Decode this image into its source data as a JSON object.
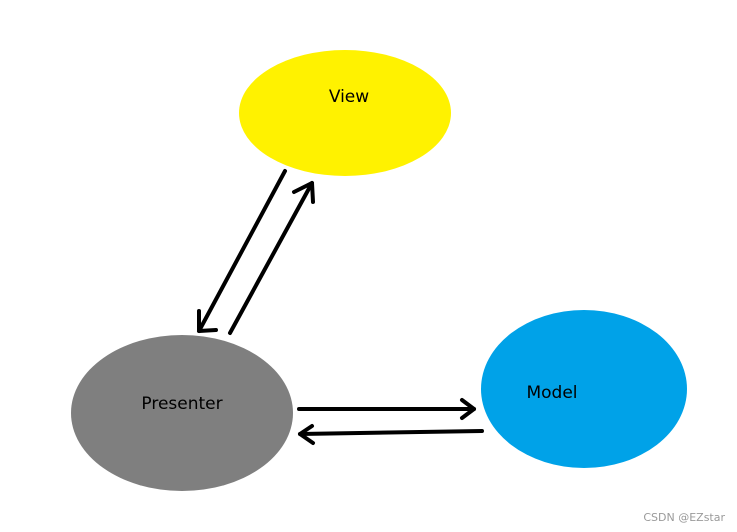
{
  "nodes": {
    "view": {
      "label": "View",
      "color": "#FFF200"
    },
    "presenter": {
      "label": "Presenter",
      "color": "#7F7F7F"
    },
    "model": {
      "label": "Model",
      "color": "#00A2E8"
    }
  },
  "edges": [
    {
      "from": "view",
      "to": "presenter"
    },
    {
      "from": "presenter",
      "to": "view"
    },
    {
      "from": "presenter",
      "to": "model"
    },
    {
      "from": "model",
      "to": "presenter"
    }
  ],
  "watermark": "CSDN @EZstar"
}
